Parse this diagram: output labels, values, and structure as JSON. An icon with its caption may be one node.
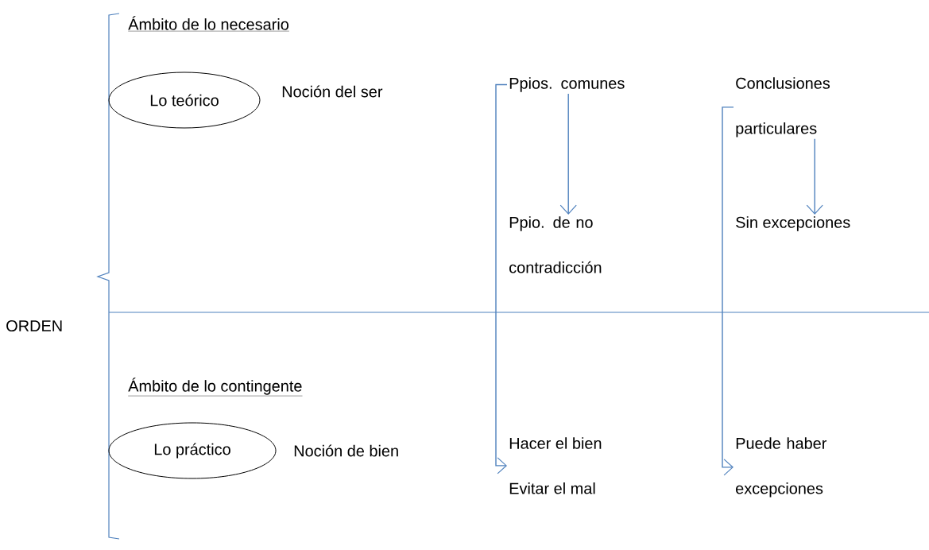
{
  "diagram": {
    "nodes": [
      {
        "text": [
          "Lo teórico"
        ]
      },
      {
        "text": [
          "Ppios. comunes"
        ]
      },
      {
        "text": [
          "Conclusiones particulares"
        ]
      },
      {
        "text": [
          "Ppio. de no contradicción"
        ]
      },
      {
        "text": [
          "Sin excepciones"
        ]
      },
      {
        "text": [
          "Lo práctico"
        ]
      },
      {
        "text": [
          "Hacer el bien",
          "Evitar el mal"
        ]
      },
      {
        "text": [
          "Puede haber excepciones"
        ]
      }
    ],
    "edges": [
      {
        "from": 1,
        "to": 3,
        "arrow": "to"
      },
      {
        "from": 2,
        "to": 4,
        "arrow": "to"
      },
      {
        "from": 1,
        "to": 6,
        "arrow": "to"
      },
      {
        "from": 2,
        "to": 7,
        "arrow": "to"
      }
    ],
    "labels": [
      "Ámbito de lo necesario",
      "Noción del ser",
      "ORDEN",
      "Ámbito de lo contingente",
      "Noción de bien"
    ]
  }
}
